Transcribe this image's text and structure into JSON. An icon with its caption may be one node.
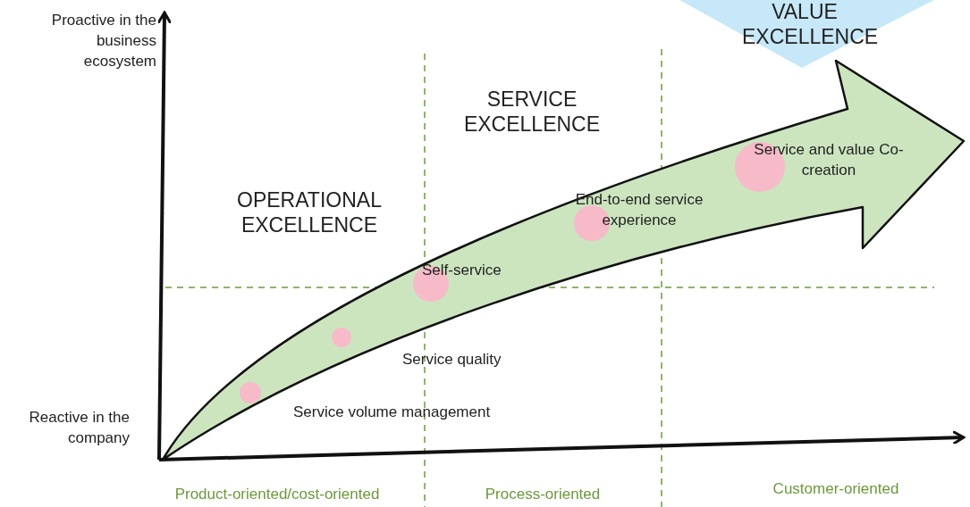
{
  "diagram": {
    "nodes": [
      {
        "text": [
          "VALUE EXCELLENCE"
        ]
      }
    ],
    "labels": [
      "Proactive in the business ecosystem",
      "SERVICE EXCELLENCE",
      "OPERATIONAL EXCELLENCE",
      "Service and value Co-creation",
      "End-to-end service experience",
      "Self-service",
      "Service quality",
      "Reactive in the company",
      "Service volume management",
      "Product-oriented/cost-oriented",
      "Process-oriented",
      "Customer-oriented"
    ]
  }
}
